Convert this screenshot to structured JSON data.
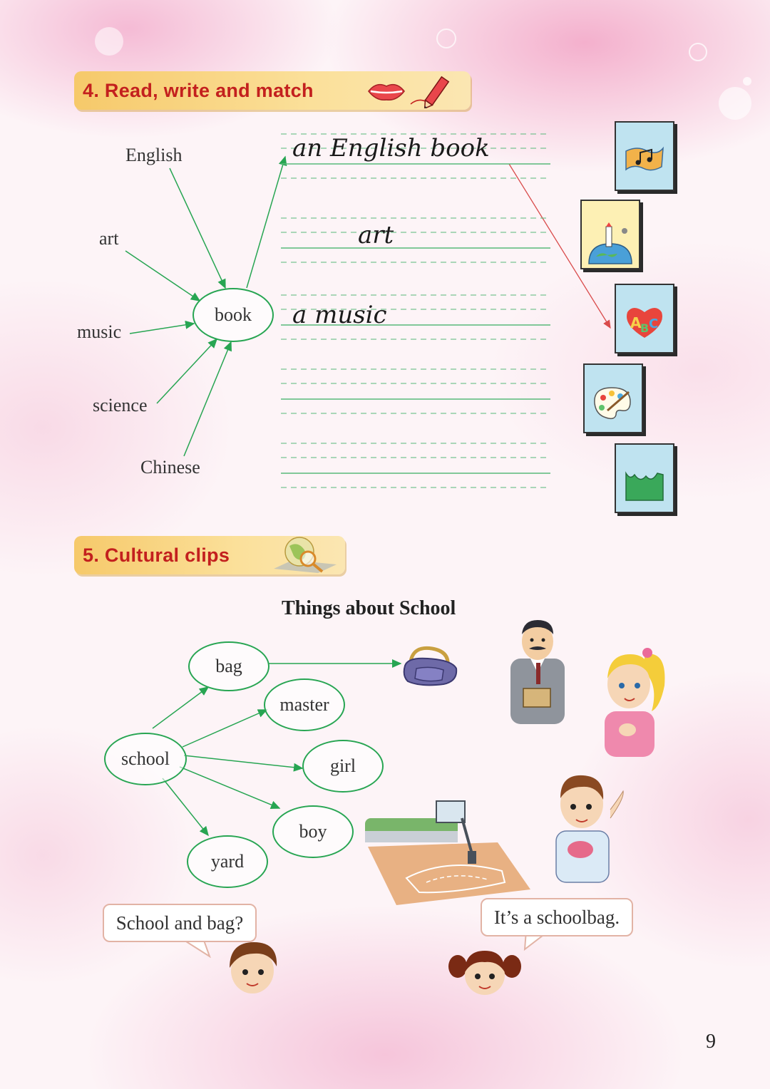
{
  "section4": {
    "title": "4. Read, write and match",
    "center_word": "book",
    "words": [
      "English",
      "art",
      "music",
      "science",
      "Chinese"
    ],
    "written": [
      "an English book",
      "art",
      "a music"
    ],
    "pictures": [
      "music-book-card",
      "science-book-card",
      "english-book-card",
      "art-book-card",
      "chinese-book-card"
    ]
  },
  "section5": {
    "title": "5. Cultural clips",
    "subtitle": "Things about School",
    "root": "school",
    "nodes": [
      "bag",
      "master",
      "girl",
      "boy",
      "yard"
    ],
    "bubble_left": "School and bag?",
    "bubble_right": "It’s a schoolbag."
  },
  "page_number": "9",
  "colors": {
    "header_text": "#c3201e",
    "header_bg": "#f6c96a",
    "arrow_green": "#27a552",
    "match_red": "#d94b4b",
    "guide_green": "#58b97a"
  }
}
